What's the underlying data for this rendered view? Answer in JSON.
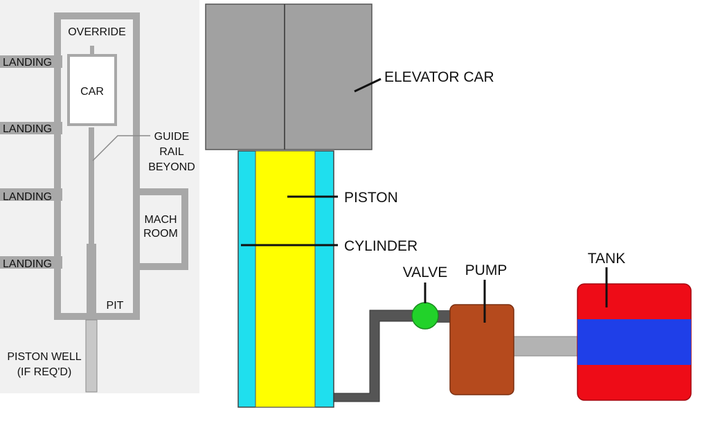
{
  "shaft": {
    "override": "OVERRIDE",
    "landing_1": "LANDING",
    "landing_2": "LANDING",
    "landing_3": "LANDING",
    "landing_4": "LANDING",
    "car": "CAR",
    "guide_rail_1": "GUIDE",
    "guide_rail_2": "RAIL",
    "guide_rail_3": "BEYOND",
    "mach_room_1": "MACH",
    "mach_room_2": "ROOM",
    "pit": "PIT",
    "piston_well_1": "PISTON WELL",
    "piston_well_2": "(IF REQ'D)"
  },
  "hydraulic": {
    "elevator_car": "ELEVATOR CAR",
    "piston": "PISTON",
    "cylinder": "CYLINDER",
    "valve": "VALVE",
    "pump": "PUMP",
    "tank": "TANK"
  },
  "colors": {
    "shaft_panel_bg": "#f1f1f1",
    "shaft_wall": "#a8a8a8",
    "car_gray": "#a1a1a1",
    "piston_yellow": "#ffff00",
    "cylinder_cyan": "#1fdfee",
    "pipe_dark": "#555555",
    "pipe_light": "#b3b3b3",
    "valve_green": "#22d22a",
    "pump_brown": "#b54a1d",
    "tank_red": "#ee0c17",
    "tank_blue": "#1f3fe8"
  }
}
